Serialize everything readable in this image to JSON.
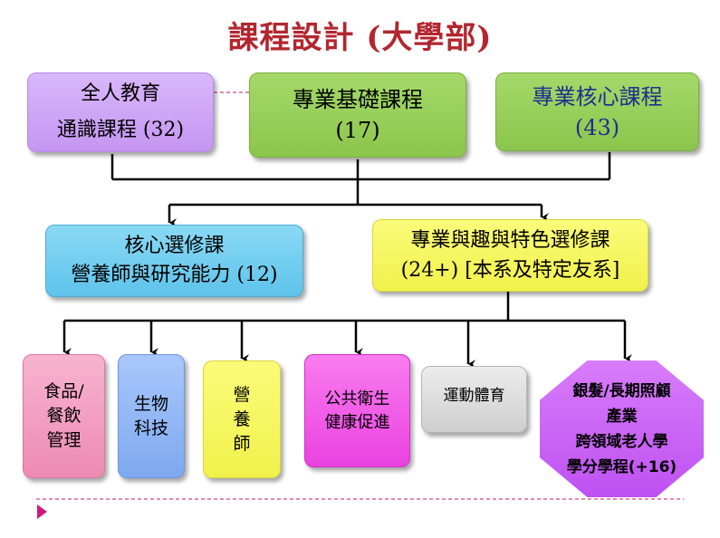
{
  "title": "課程設計 (大學部)",
  "top_row": [
    {
      "lines": [
        "全人教育",
        "通識課程 (32)"
      ]
    },
    {
      "lines": [
        "專業基礎課程",
        "(17)"
      ]
    },
    {
      "lines": [
        "專業核心課程",
        "(43)"
      ]
    }
  ],
  "middle_row": [
    {
      "lines": [
        "核心選修課",
        "營養師與研究能力 (12)"
      ]
    },
    {
      "lines": [
        "專業與趣與特色選修課",
        "(24+) [本系及特定友系]"
      ]
    }
  ],
  "bottom_row": [
    {
      "lines": [
        "食品/",
        "餐飲",
        "管理"
      ]
    },
    {
      "lines": [
        "生物",
        "科技"
      ]
    },
    {
      "lines": [
        "營",
        "養",
        "師"
      ]
    },
    {
      "lines": [
        "公共衛生",
        "健康促進"
      ]
    },
    {
      "lines": [
        "運動體育"
      ]
    },
    {
      "lines": [
        "銀髮/長期照顧",
        "產業",
        "跨領域老人學",
        "學分學程(+16)"
      ]
    }
  ],
  "colors": {
    "title": "#b3262f",
    "accent_text": "#1f2f8f",
    "dashed_line": "#c2185b",
    "play_marker": "#d0187c"
  }
}
